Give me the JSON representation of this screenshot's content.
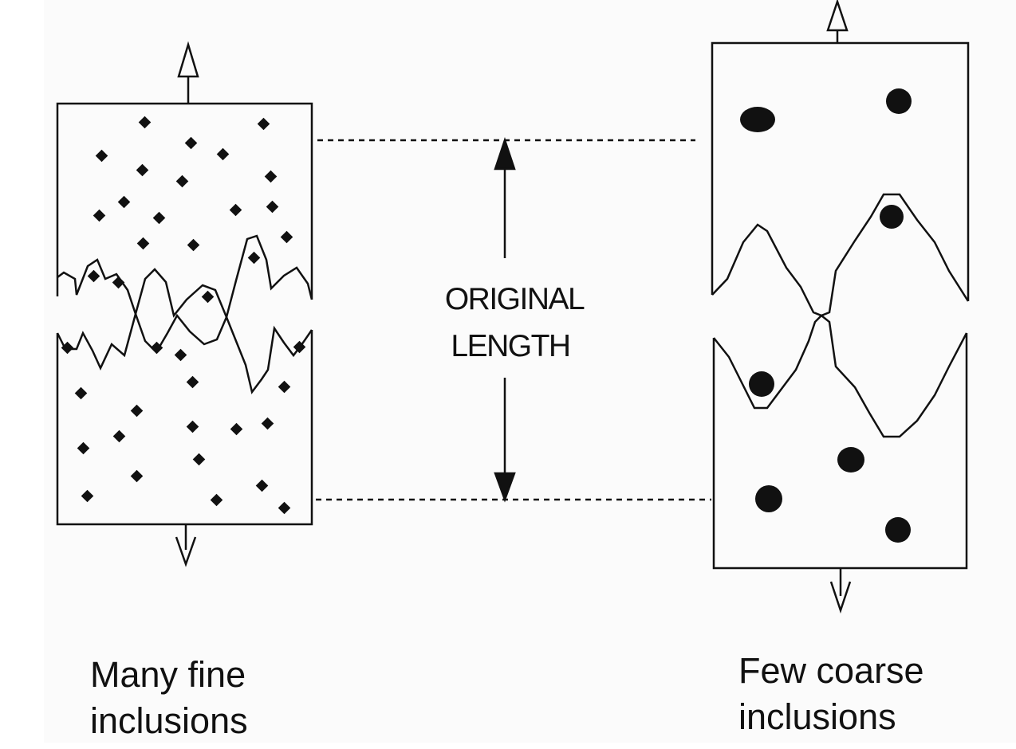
{
  "center_label": {
    "line1": "ORIGINAL",
    "line2": "LENGTH"
  },
  "left_specimen": {
    "caption_line1": "Many fine",
    "caption_line2": "inclusions"
  },
  "right_specimen": {
    "caption_line1": "Few coarse",
    "caption_line2": "inclusions"
  }
}
